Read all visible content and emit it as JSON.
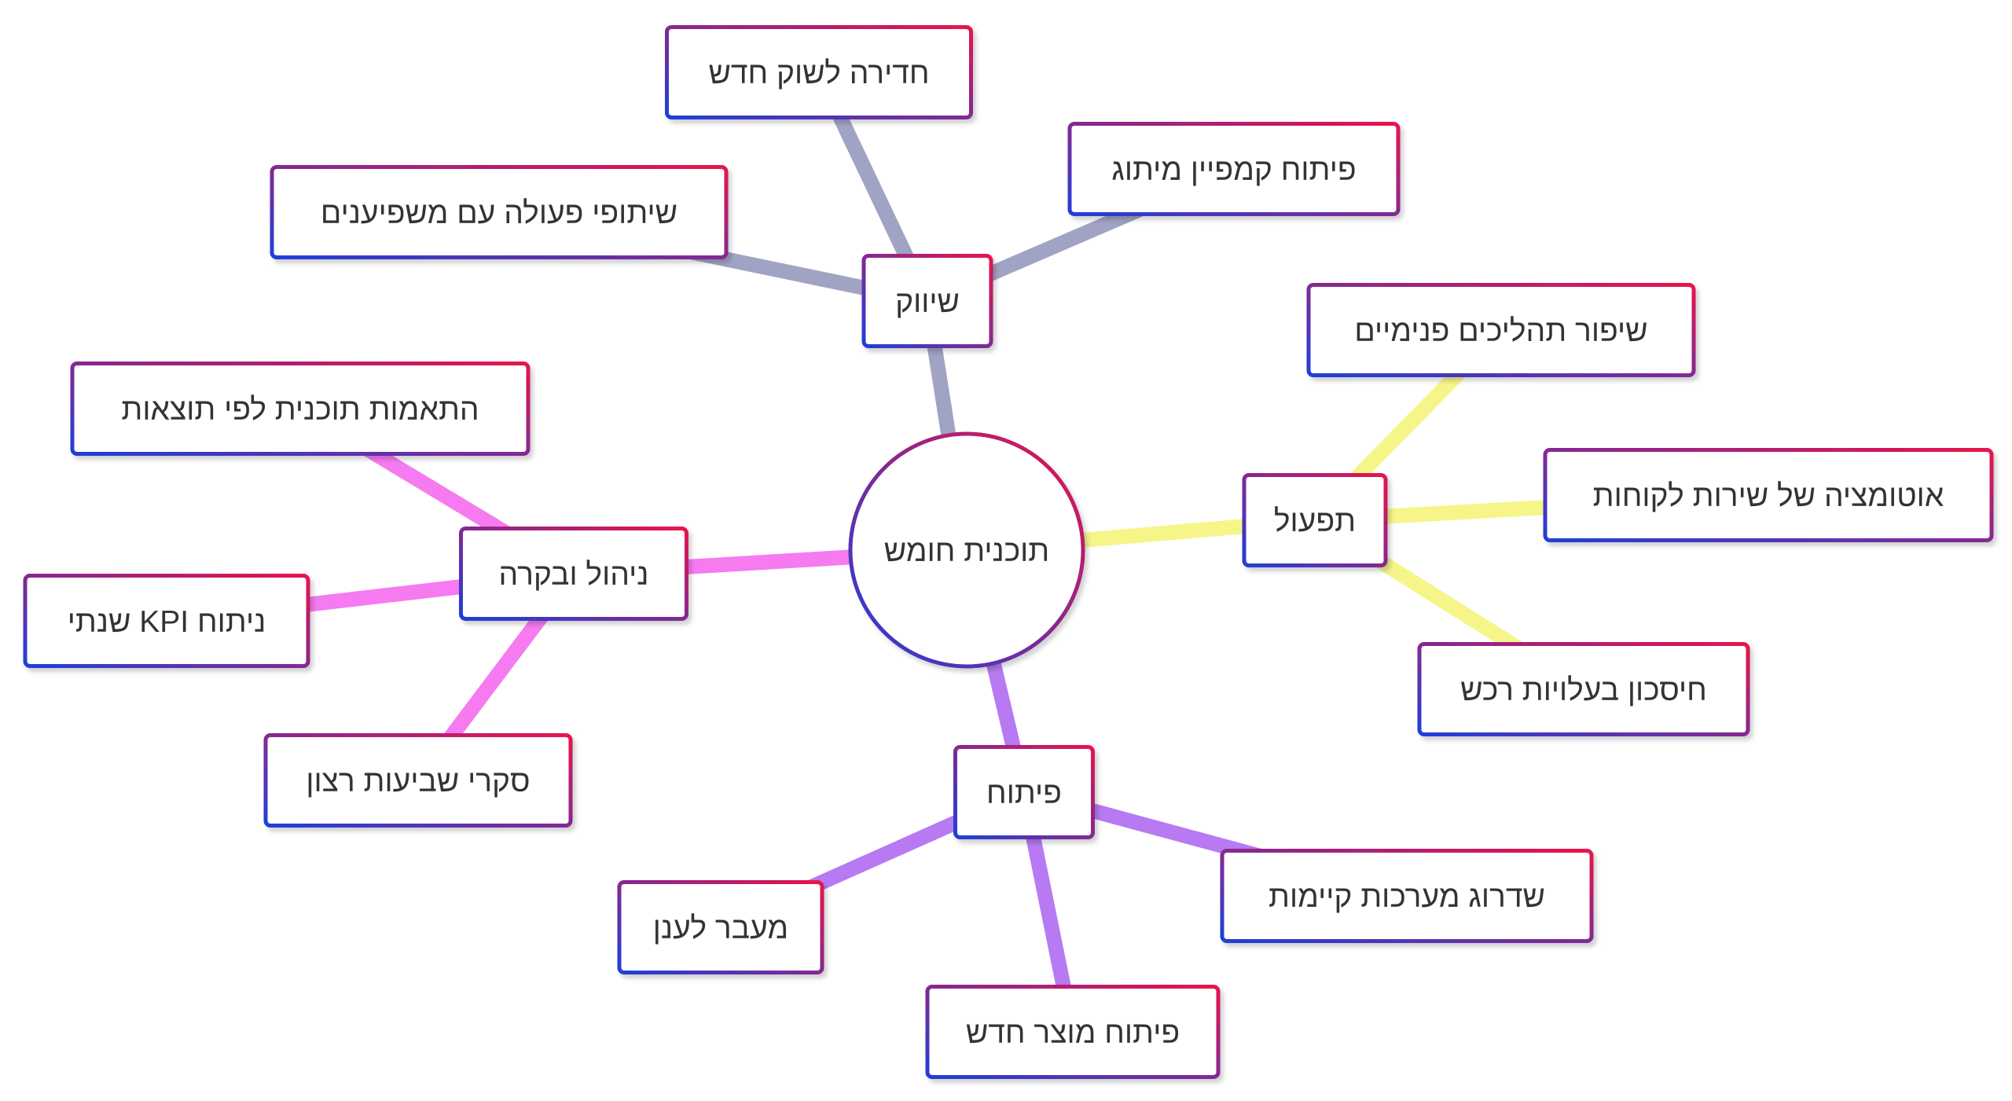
{
  "root": {
    "label": "תוכנית חומש"
  },
  "branches": [
    {
      "id": "marketing",
      "label": "שיווק",
      "color": "#a0a3c4",
      "children": [
        {
          "id": "new-market",
          "label": "חדירה לשוק חדש"
        },
        {
          "id": "brand-campaign",
          "label": "פיתוח קמפיין מיתוג"
        },
        {
          "id": "influencers",
          "label": "שיתופי פעולה עם משפיענים"
        }
      ]
    },
    {
      "id": "operations",
      "label": "תפעול",
      "color": "#f6f58a",
      "children": [
        {
          "id": "internal-processes",
          "label": "שיפור תהליכים פנימיים"
        },
        {
          "id": "service-automation",
          "label": "אוטומציה של שירות לקוחות"
        },
        {
          "id": "procurement-savings",
          "label": "חיסכון בעלויות רכש"
        }
      ]
    },
    {
      "id": "development",
      "label": "פיתוח",
      "color": "#b77af2",
      "children": [
        {
          "id": "upgrade-systems",
          "label": "שדרוג מערכות קיימות"
        },
        {
          "id": "new-product",
          "label": "פיתוח מוצר חדש"
        },
        {
          "id": "cloud-migration",
          "label": "מעבר לענן"
        }
      ]
    },
    {
      "id": "management",
      "label": "ניהול ובקרה",
      "color": "#f67af0",
      "children": [
        {
          "id": "plan-adjust",
          "label": "התאמות תוכנית לפי תוצאות"
        },
        {
          "id": "kpi-analysis",
          "label": "ניתוח KPI שנתי"
        },
        {
          "id": "satisfaction-surveys",
          "label": "סקרי שביעות רצון"
        }
      ]
    }
  ],
  "colors": {
    "border_start": "#1f3fd8",
    "border_end": "#e8134c",
    "text": "#333333"
  }
}
